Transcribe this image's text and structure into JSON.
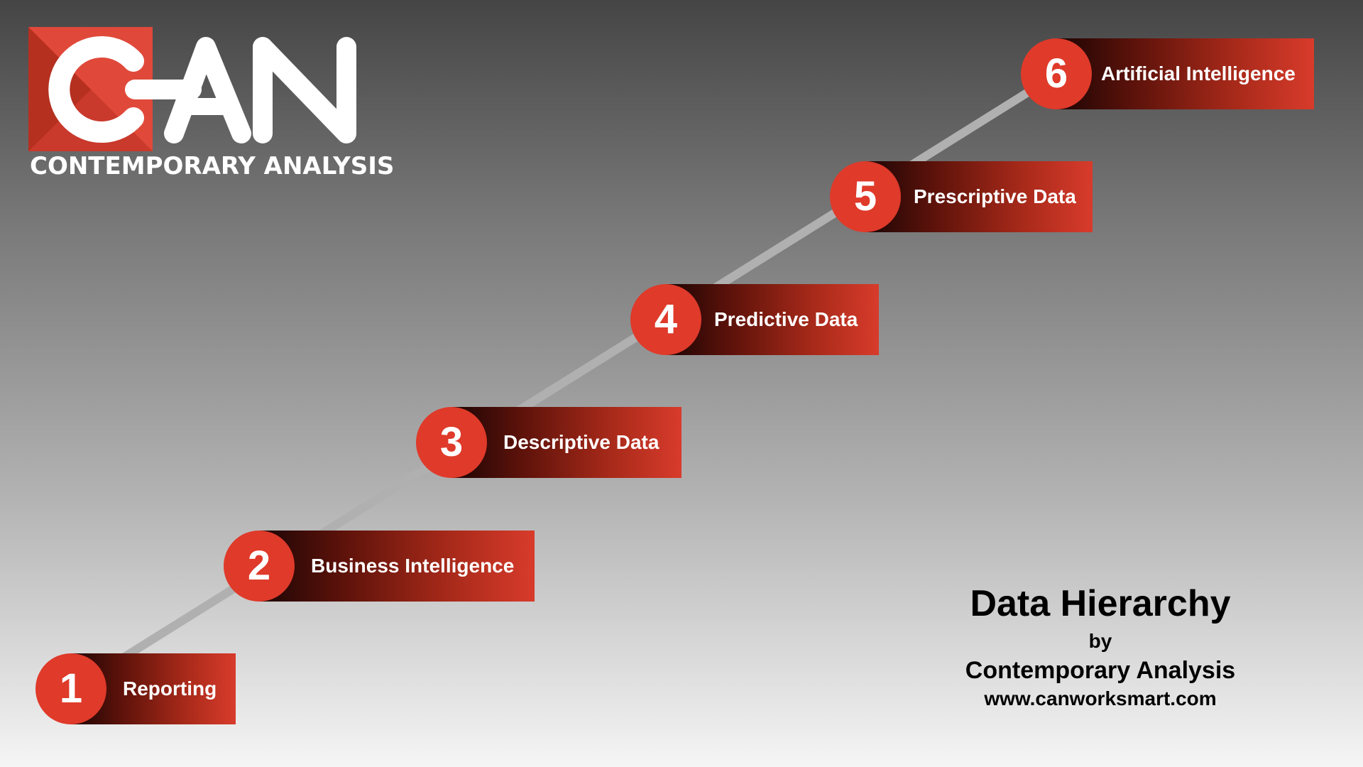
{
  "logo": {
    "letters": "CAN",
    "tagline": "CONTEMPORARY ANALYSIS",
    "colors": {
      "red": "#c9392c",
      "red_light": "#e0493a",
      "letters": "#ffffff"
    }
  },
  "steps": [
    {
      "number": "1",
      "label": "Reporting"
    },
    {
      "number": "2",
      "label": "Business Intelligence"
    },
    {
      "number": "3",
      "label": "Descriptive Data"
    },
    {
      "number": "4",
      "label": "Predictive Data"
    },
    {
      "number": "5",
      "label": "Prescriptive Data"
    },
    {
      "number": "6",
      "label": "Artificial Intelligence"
    }
  ],
  "caption": {
    "title": "Data Hierarchy",
    "by": "by",
    "company": "Contemporary Analysis",
    "url": "www.canworksmart.com"
  },
  "colors": {
    "badge": "#df3a2a",
    "connector": "#b0b0b0",
    "text_light": "#ffffff",
    "text_dark": "#000000"
  }
}
